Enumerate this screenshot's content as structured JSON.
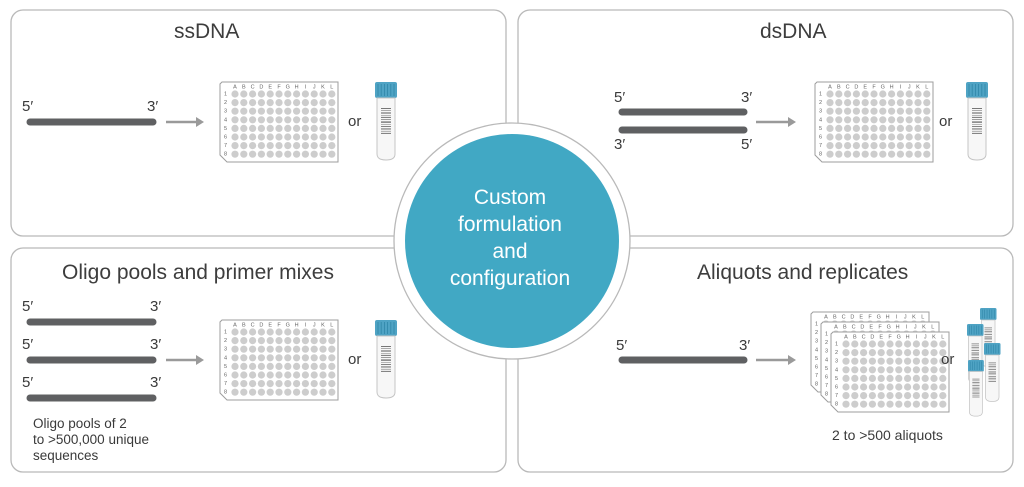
{
  "center": {
    "lines": [
      "Custom",
      "formulation",
      "and",
      "configuration"
    ]
  },
  "panels": {
    "ssdna": {
      "title": "ssDNA",
      "strand": {
        "left": "5′",
        "right": "3′"
      },
      "or": "or"
    },
    "dsdna": {
      "title": "dsDNA",
      "top": {
        "left": "5′",
        "right": "3′"
      },
      "bottom": {
        "left": "3′",
        "right": "5′"
      },
      "or": "or"
    },
    "pools": {
      "title": "Oligo pools and primer mixes",
      "strands": [
        {
          "left": "5′",
          "right": "3′"
        },
        {
          "left": "5′",
          "right": "3′"
        },
        {
          "left": "5′",
          "right": "3′"
        }
      ],
      "note": [
        "Oligo pools of 2",
        "to >500,000 unique",
        "sequences"
      ],
      "or": "or"
    },
    "aliquots": {
      "title": "Aliquots and replicates",
      "strand": {
        "left": "5′",
        "right": "3′"
      },
      "note": "2 to >500 aliquots",
      "or": "or"
    }
  },
  "plate": {
    "columns": [
      "A",
      "B",
      "C",
      "D",
      "E",
      "F",
      "G",
      "H",
      "I",
      "J",
      "K",
      "L"
    ],
    "rows": [
      "1",
      "2",
      "3",
      "4",
      "5",
      "6",
      "7",
      "8"
    ]
  },
  "colors": {
    "panel_border": "#b9b9b9",
    "strand": "#5f6062",
    "arrow": "#9a9a9a",
    "center_fill": "#41a8c4",
    "well": "#cdcdcd",
    "tube_cap": "#4fa3c4"
  }
}
